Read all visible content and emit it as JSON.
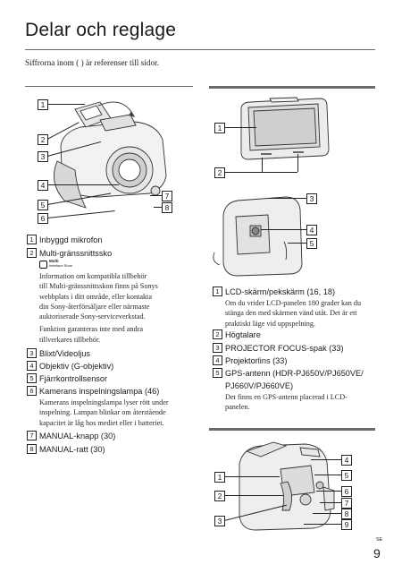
{
  "page": {
    "title": "Delar och reglage",
    "intro": "Siffrorna inom ( ) är referenser till sidor.",
    "page_number": "9",
    "lang_code": "SE"
  },
  "left_parts": [
    {
      "n": "1",
      "label": "Inbyggd mikrofon"
    },
    {
      "n": "2",
      "label": "Multi-gränssnittssko"
    },
    {
      "n": "3",
      "label": "Blixt/Videoljus"
    },
    {
      "n": "4",
      "label": "Objektiv (G-objektiv)"
    },
    {
      "n": "5",
      "label": "Fjärrkontrollsensor"
    },
    {
      "n": "6",
      "label": "Kamerans inspelningslampa (46)"
    },
    {
      "n": "7",
      "label": "MANUAL-knapp (30)"
    },
    {
      "n": "8",
      "label": "MANUAL-ratt (30)"
    }
  ],
  "mis_logo": {
    "line1": "Multi",
    "line2": "Interface Shoe"
  },
  "mis_note": [
    "Information om kompatibla tillbehör",
    "till Multi-gränssnittsskon finns på Sonys",
    "webbplats i ditt område, eller kontakta",
    "din Sony-återförsäljare eller närmaste",
    "auktoriserade Sony-serviceverkstad.",
    "Funktion garanteras inte med andra",
    "tillverkares tillbehör."
  ],
  "lamp_note": [
    "Kamerans inspelningslampa lyser rött under",
    "inspelning. Lampan blinkar om återstående",
    "kapacitet är låg hos mediet eller i batteriet."
  ],
  "right_parts": [
    {
      "n": "1",
      "label": "LCD-skärm/pekskärm (16, 18)"
    },
    {
      "n": "2",
      "label": "Högtalare"
    },
    {
      "n": "3",
      "label": "PROJECTOR FOCUS-spak (33)"
    },
    {
      "n": "4",
      "label": "Projektorlins (33)"
    },
    {
      "n": "5",
      "label": "GPS-antenn (HDR-PJ650V/PJ650VE/"
    }
  ],
  "gps_line2": "PJ660V/PJ660VE)",
  "lcd_note": [
    "Om du vrider LCD-panelen 180 grader kan du",
    "stänga den med skärmen vänd utåt. Det är ett",
    "praktiskt läge vid uppspelning."
  ],
  "gps_note": [
    "Det finns en GPS-antenn placerad i LCD-",
    "panelen."
  ],
  "fig1_callouts": [
    "1",
    "2",
    "3",
    "4",
    "5",
    "6",
    "7",
    "8"
  ],
  "fig2_callouts": [
    "1",
    "2"
  ],
  "fig3_callouts": [
    "3",
    "4",
    "5"
  ],
  "fig4_callouts": [
    "1",
    "2",
    "3",
    "4",
    "5",
    "6",
    "7",
    "8",
    "9"
  ]
}
